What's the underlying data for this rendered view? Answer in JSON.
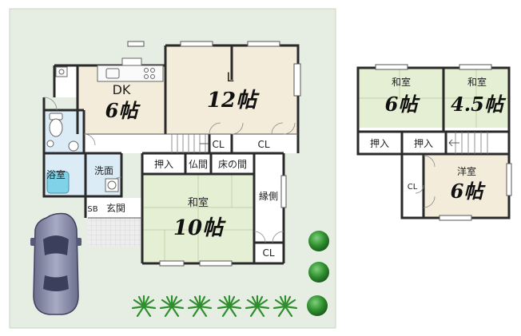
{
  "first_floor": {
    "dk": {
      "name": "DK",
      "size": "6帖"
    },
    "living": {
      "name": "L",
      "size": "12帖"
    },
    "washitsu": {
      "name": "和室",
      "size": "10帖"
    },
    "bath": "浴室",
    "senmen": "洗面",
    "genkan": "玄関",
    "sb": "SB",
    "oshiire": "押入",
    "butsuma": "仏間",
    "tokonoma": "床の間",
    "engawa": "縁側",
    "cl_living_1": "CL",
    "cl_living_2": "CL",
    "cl_engawa": "CL"
  },
  "second_floor": {
    "washitsu_a": {
      "name": "和室",
      "size": "6帖"
    },
    "washitsu_b": {
      "name": "和室",
      "size": "4.5帖"
    },
    "youshitsu": {
      "name": "洋室",
      "size": "6帖"
    },
    "oshiire_1": "押入",
    "oshiire_2": "押入",
    "cl": "CL"
  },
  "colors": {
    "lot": "#e6eee3",
    "living": "#f3ecda",
    "tatami": "#e5efd3",
    "wet": "#dcecf6",
    "tile": "#ececec",
    "bath_tub": "#7fd2e8",
    "wall": "#2a2a2a",
    "tree": "#2f8f2f"
  }
}
